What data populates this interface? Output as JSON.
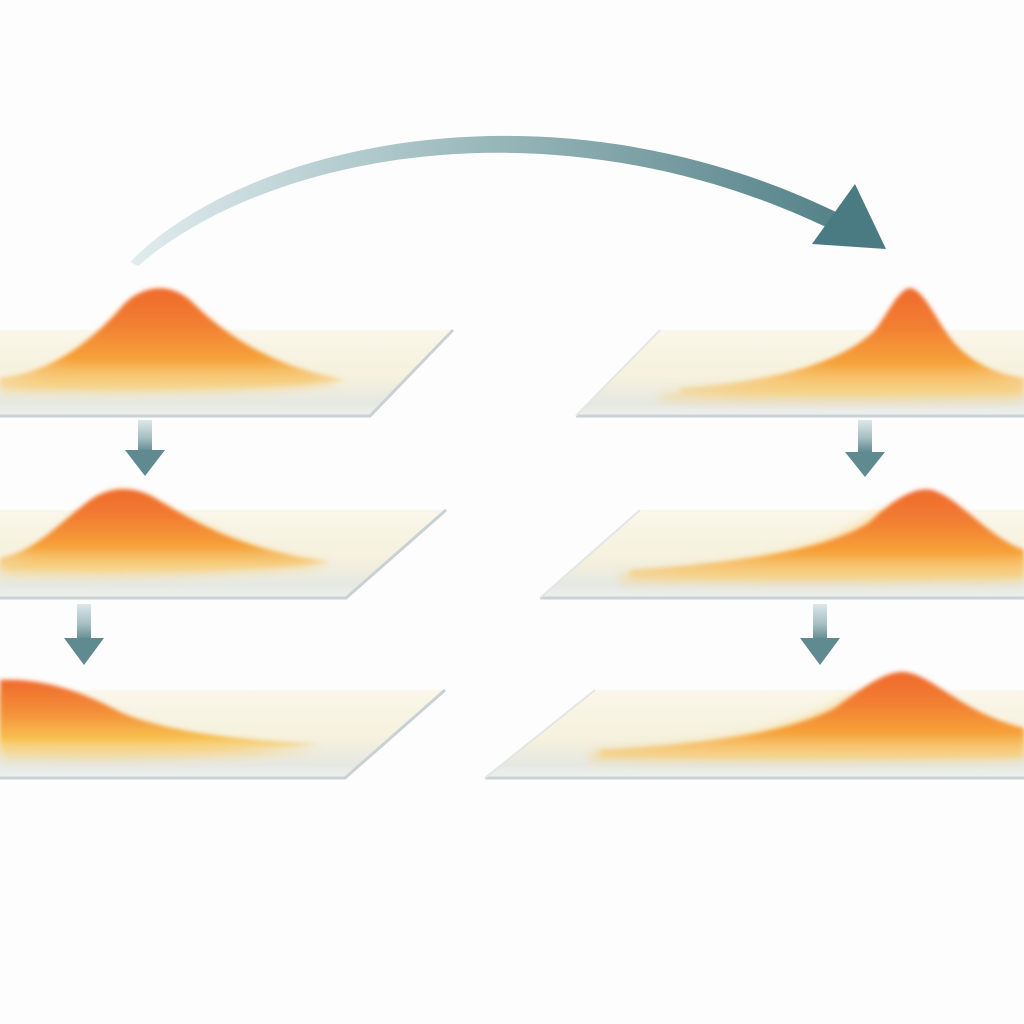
{
  "diagram": {
    "background": "#fdfdfd",
    "colors": {
      "arrow_teal_dark": "#4e7f86",
      "arrow_teal_light": "#c9dcdf",
      "down_arrow": "#6e959a",
      "plane_fill": "#f7f3e1",
      "plane_edge": "#cfd6d8",
      "plane_shadow": "#dfe3e2",
      "peak_orange": "#f06a2c",
      "peak_amber": "#f6a23a",
      "peak_yellow": "#f7c861"
    },
    "columns": [
      {
        "name": "left-stack",
        "layers": [
          {
            "peak_position": "center-left",
            "peak_shape": "broad"
          },
          {
            "peak_position": "center-left",
            "peak_shape": "broad"
          },
          {
            "peak_position": "left-edge",
            "peak_shape": "broad"
          }
        ]
      },
      {
        "name": "right-stack",
        "layers": [
          {
            "peak_position": "right",
            "peak_shape": "sharp"
          },
          {
            "peak_position": "right",
            "peak_shape": "broad"
          },
          {
            "peak_position": "right",
            "peak_shape": "broad"
          }
        ]
      }
    ],
    "connectors": [
      {
        "type": "curved-arrow",
        "from": "left-stack",
        "to": "right-stack"
      },
      {
        "type": "down-arrow",
        "column": "left-stack",
        "between": [
          1,
          2
        ]
      },
      {
        "type": "down-arrow",
        "column": "left-stack",
        "between": [
          2,
          3
        ]
      },
      {
        "type": "down-arrow",
        "column": "right-stack",
        "between": [
          1,
          2
        ]
      },
      {
        "type": "down-arrow",
        "column": "right-stack",
        "between": [
          2,
          3
        ]
      }
    ]
  }
}
